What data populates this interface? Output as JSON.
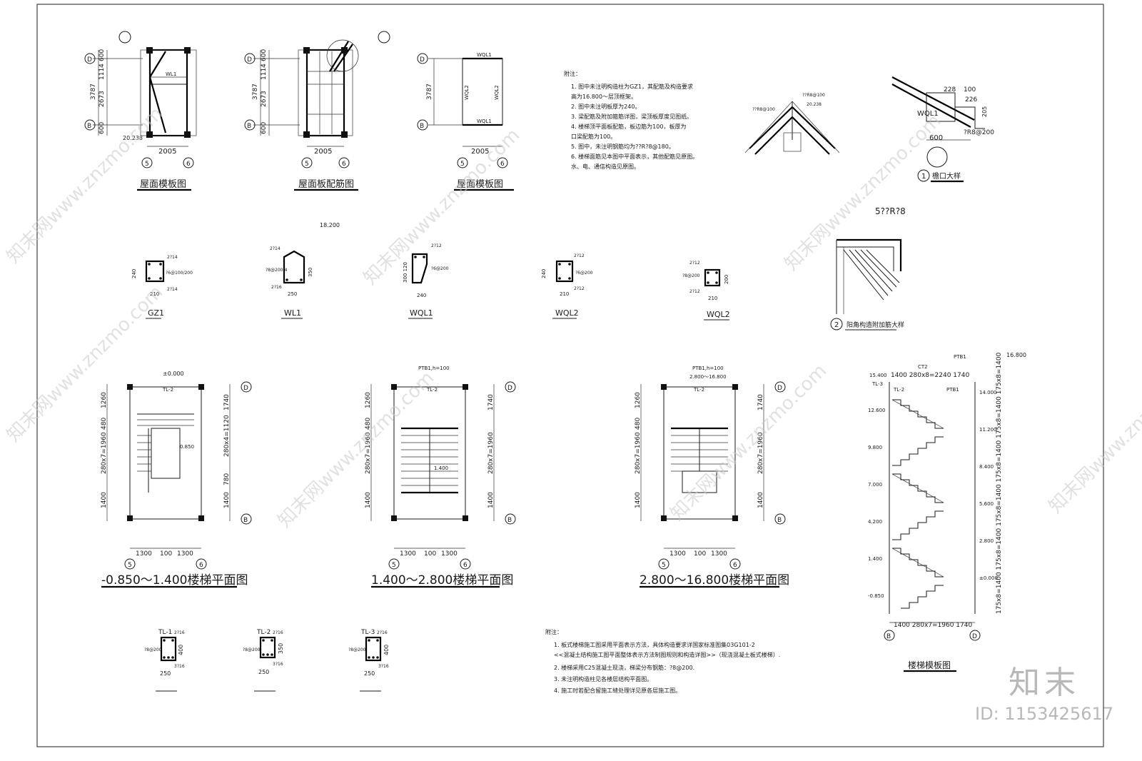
{
  "drawing": {
    "roof": {
      "titles": [
        "屋面模板图",
        "屋面板配筋图",
        "屋面模板图"
      ],
      "dims": [
        "600",
        "1114",
        "3787",
        "2673",
        "600",
        "2005",
        "18.200",
        "20.238"
      ],
      "grid": [
        "D",
        "B",
        "5",
        "6"
      ],
      "beams": [
        "WL1",
        "WQL1",
        "WQL2"
      ],
      "circle_ref": "1"
    },
    "notes1": {
      "heading": "附注：",
      "items": [
        "1.  图中未注明构造柱为GZ1，其配筋及构造要求",
        "    高为16.800～层顶框架。",
        "2.  图中未注明板厚为240。",
        "3.  梁配筋及附加箍筋详图，梁顶板厚度见图纸。",
        "4.  楼梯顶平面板配筋，板边筋为100，板厚为",
        "    口梁配筋为100。",
        "5.  图中，未注明钢筋均为??R?8@180。",
        "6.  楼梯面筋见本图中平面表示，其他配筋见原图。",
        "    水、电、通信构造见原图。"
      ]
    },
    "eave": {
      "labels": [
        "??R8@100",
        "20.238",
        "??R8@100",
        "228",
        "100",
        "226",
        "WQL1",
        "205",
        "?R8@200",
        "600"
      ],
      "caption_num": "1",
      "caption": "檐口大样",
      "top_label": "5??R?8",
      "corner_num": "2",
      "corner_caption": "阳角构造附加筋大样"
    },
    "sections": [
      {
        "name": "GZ1",
        "top": "2?14",
        "bottom": "2?14",
        "side": "?6@100/200",
        "w": "210",
        "h": "240"
      },
      {
        "name": "WL1",
        "top": "2?14",
        "bottom": "2?16",
        "side": "?8@200-4",
        "w": "250",
        "h": "350"
      },
      {
        "name": "WQL1",
        "top": "2?12",
        "bottom": "",
        "side": "?6@200",
        "w": "240",
        "h": "300 120"
      },
      {
        "name": "WQL2",
        "top": "2?12",
        "bottom": "2?12",
        "side": "?6@200",
        "w": "210",
        "h": "240"
      },
      {
        "name": "WQL2",
        "top": "2?12",
        "bottom": "2?12",
        "side": "?8@200",
        "w": "210",
        "h": "200"
      }
    ],
    "stair_plans": [
      {
        "title": "-0.850～1.400楼梯平面图",
        "top": "±0.000",
        "beam": "TL-2",
        "level": "0.850",
        "left_dims": [
          "1260",
          "480",
          "280x7=1960",
          "1400"
        ],
        "right_dims": [
          "1740",
          "280x4=1120",
          "780",
          "1400"
        ],
        "bottom_dims": [
          "1300",
          "100",
          "1300"
        ]
      },
      {
        "title": "1.400～2.800楼梯平面图",
        "top": "PTB1,h=100",
        "beam": "TL-2",
        "level": "1.400",
        "left_dims": [
          "1260",
          "480",
          "280x7=1960",
          "1400"
        ],
        "right_dims": [
          "1740",
          "280x7=1960",
          "1400"
        ],
        "bottom_dims": [
          "1300",
          "100",
          "1300"
        ]
      },
      {
        "title": "2.800～16.800楼梯平面图",
        "top": "PTB1,h=100",
        "beam": "TL-2",
        "level": "2.800～16.800",
        "left_dims": [
          "1260",
          "480",
          "280x7=1960",
          "1400"
        ],
        "right_dims": [
          "1740",
          "280x7=1960",
          "1400"
        ],
        "bottom_dims": [
          "1300",
          "100",
          "1300"
        ]
      }
    ],
    "section_view": {
      "title": "楼梯模板图",
      "top_labels": [
        "PTB1",
        "16.800",
        "CT2",
        "15.400"
      ],
      "top_dim": "1400 280x8=2240  1740",
      "bottom_dim": "1400 280x7=1960  1740",
      "levels_left": [
        "12.600",
        "9.800",
        "7.000",
        "4.200",
        "1.400",
        "-0.850"
      ],
      "levels_right": [
        "14.000",
        "11.200",
        "8.400",
        "5.600",
        "2.800",
        "±0.000"
      ],
      "beams": [
        "TL-3",
        "TL-2",
        "PTB1"
      ],
      "vertical_text": "175x8=1400 175x8=1400 175x8=1400 175x8=1400 175x8=1400 175x8=1400"
    },
    "tl_sections": [
      {
        "name": "TL-1",
        "top": "2?16",
        "side": "?8@200",
        "bottom": "3?16",
        "w": "250",
        "h": "400"
      },
      {
        "name": "TL-2",
        "top": "2?16",
        "side": "?8@200",
        "bottom": "3?16",
        "w": "250",
        "h": "350"
      },
      {
        "name": "TL-3",
        "top": "2?16",
        "side": "?8@200",
        "bottom": "3?16",
        "w": "250",
        "h": "400"
      }
    ],
    "notes2": {
      "heading": "附注：",
      "items": [
        "1.  板式楼梯施工图采用平面表示方法，具体构造要求详国家标准图集03G101-2",
        "    <<混凝土结构施工图平面整体表示方法制图规则和构造详图>>（现浇混凝土板式楼梯）.",
        "2.  楼梯采用C25混凝土现浇，梯梁分布钢筋：?8@200.",
        "3.  未注明构造柱见各楼层结构平面图。",
        "4.  施工时若配合留施工缝处理详见原各层施工图。"
      ]
    }
  },
  "watermark": {
    "text": "知末网www.znzmo.com"
  },
  "brand": {
    "logo": "知末",
    "id": "ID: 1153425617"
  }
}
